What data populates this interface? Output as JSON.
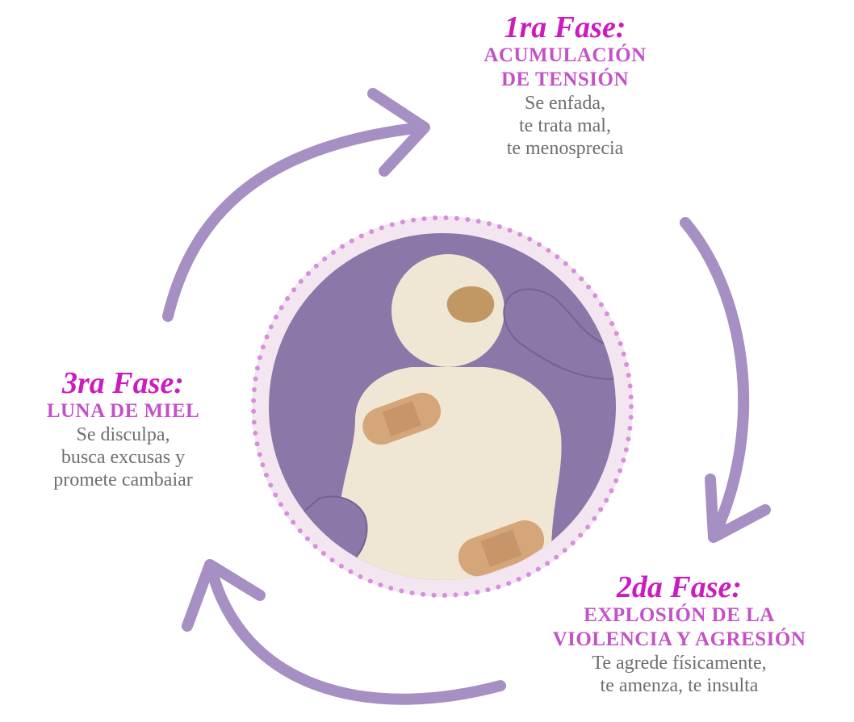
{
  "colors": {
    "arrow": "#a58fc3",
    "phase_title": "#cc1bc0",
    "phase_name": "#c452c7",
    "description": "#6e6e6e",
    "circle_fill": "#8b77a8",
    "dots": "#d68fdb",
    "ring": "#f3e6f1",
    "figure": "#efe6d4",
    "bandage": "#d5a679"
  },
  "phases": [
    {
      "title": "1ra Fase:",
      "name_lines": [
        "ACUMULACIÓN",
        "DE TENSIÓN"
      ],
      "description_lines": [
        "Se enfada,",
        "te trata mal,",
        "te menosprecia"
      ]
    },
    {
      "title": "2da Fase:",
      "name_lines": [
        "EXPLOSIÓN DE LA",
        "VIOLENCIA Y AGRESIÓN"
      ],
      "description_lines": [
        "Te agrede físicamente,",
        "te amenza, te insulta"
      ]
    },
    {
      "title": "3ra Fase:",
      "name_lines": [
        "LUNA DE MIEL"
      ],
      "description_lines": [
        "Se disculpa,",
        "busca excusas y",
        "promete cambaiar"
      ]
    }
  ]
}
